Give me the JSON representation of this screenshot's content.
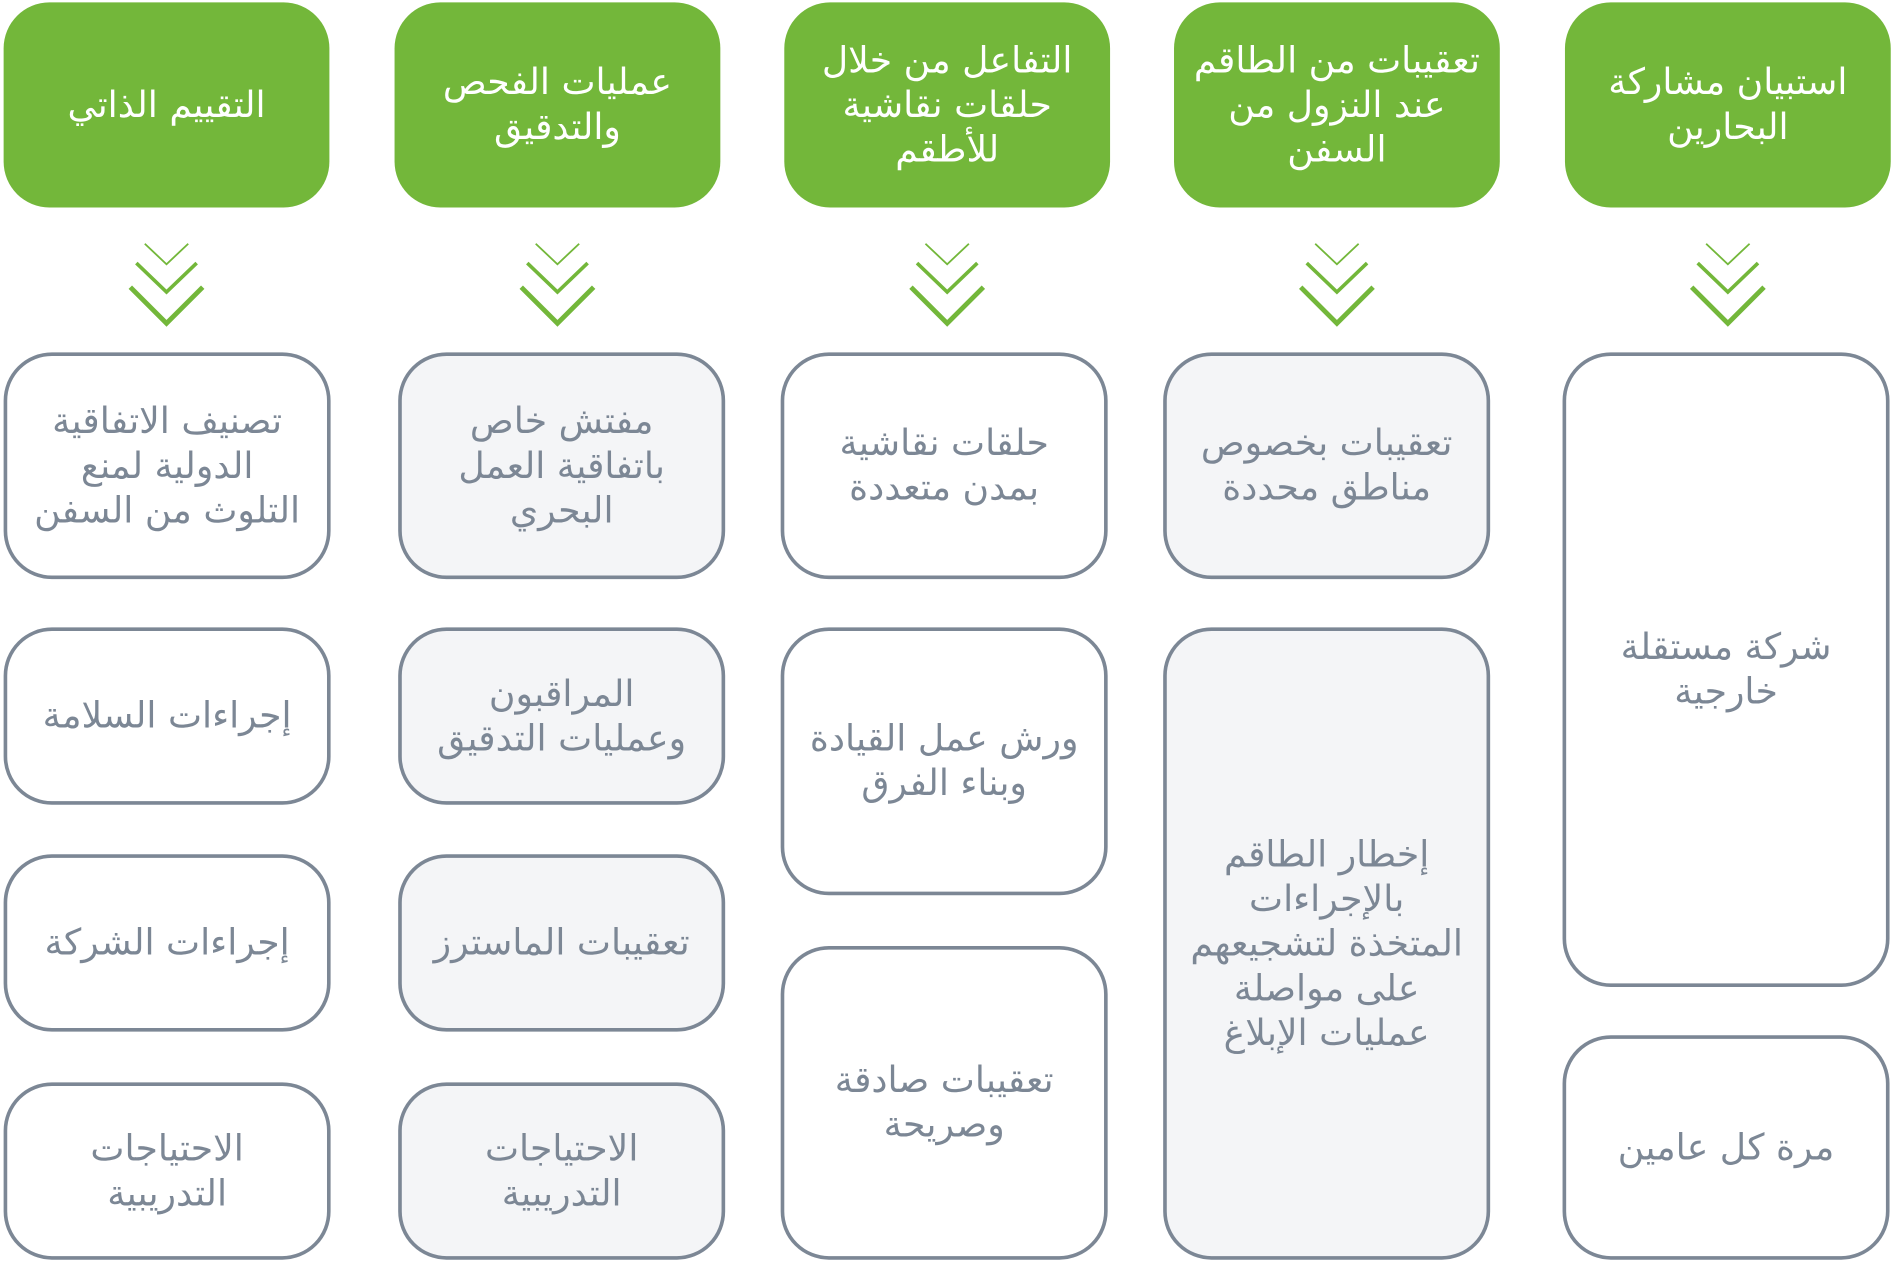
{
  "colors": {
    "header": "#73b73a",
    "border": "#7c8795",
    "text": "#7c8795",
    "gray_fill": "#f4f5f7"
  },
  "columns": [
    {
      "header": "التقييم الذاتي",
      "items": [
        "تصنيف الاتفاقية الدولية لمنع التلوث من السفن",
        "إجراءات السلامة",
        "إجراءات الشركة",
        "الاحتياجات التدريبية"
      ]
    },
    {
      "header": "عمليات الفحص والتدقيق",
      "items": [
        "مفتش خاص باتفاقية العمل البحري",
        "المراقبون وعمليات التدقيق",
        "تعقيبات الماسترز",
        "الاحتياجات التدريبية"
      ]
    },
    {
      "header": "التفاعل من خلال حلقات نقاشية للأطقم",
      "items": [
        "حلقات نقاشية بمدن متعددة",
        "ورش عمل القيادة وبناء الفرق",
        "تعقيبات صادقة وصريحة"
      ]
    },
    {
      "header": "تعقيبات من الطاقم عند النزول من السفن",
      "items": [
        "تعقيبات بخصوص مناطق محددة",
        "إخطار الطاقم بالإجراءات المتخذة لتشجيعهم على مواصلة عمليات الإبلاغ"
      ]
    },
    {
      "header": "استبيان مشاركة البحارين",
      "items": [
        "شركة مستقلة خارجية",
        "مرة كل عامين"
      ]
    }
  ]
}
